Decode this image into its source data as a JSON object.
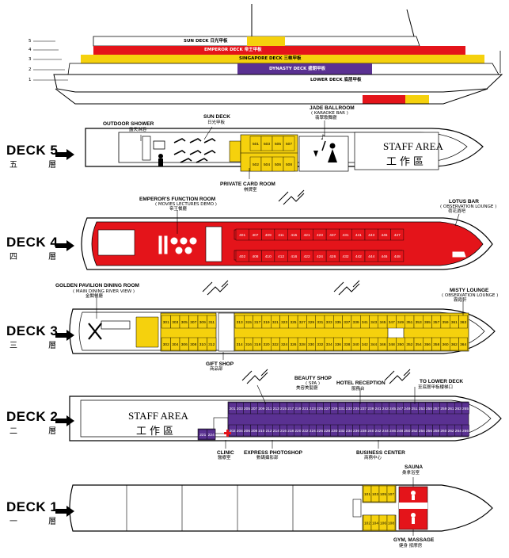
{
  "profile": {
    "decks": [
      {
        "num": "5",
        "en": "SUN DECK",
        "cn": "日光甲板"
      },
      {
        "num": "4",
        "en": "EMPEROR DECK",
        "cn": "帝王甲板"
      },
      {
        "num": "3",
        "en": "SINGAPORE DECK",
        "cn": "三峡甲板"
      },
      {
        "num": "2",
        "en": "DYNASTY DECK",
        "cn": "盛朝甲板"
      },
      {
        "num": "1",
        "en": "LOWER DECK",
        "cn": "底层甲板"
      }
    ]
  },
  "decks": [
    {
      "label": "DECK 5",
      "cn": "五  層"
    },
    {
      "label": "DECK 4",
      "cn": "四  層"
    },
    {
      "label": "DECK 3",
      "cn": "三  層"
    },
    {
      "label": "DECK 2",
      "cn": "二  層"
    },
    {
      "label": "DECK 1",
      "cn": "一  層"
    }
  ],
  "labels": {
    "outdoor_shower": {
      "en": "OUTDOOR SHOWER",
      "cn": "露天淋浴"
    },
    "sun_deck": {
      "en": "SUN DECK",
      "cn": "日光甲板"
    },
    "jade_ballroom": {
      "en": "JADE BALLROOM",
      "sub": "( KARAOKE BAR )",
      "cn": "翡翠歌舞廳"
    },
    "staff_area": {
      "en": "STAFF AREA",
      "cn": "工作區"
    },
    "private_card_room": {
      "en": "PRIVATE CARD ROOM",
      "cn": "棋牌室"
    },
    "emperor_function": {
      "en": "EMPEROR'S FUNCTION ROOM",
      "sub": "( MOVIES LECTURES DEMO )",
      "cn": "帝王餐廳"
    },
    "lotus_bar": {
      "en": "LOTUS BAR",
      "sub": "( OBSERVATION LOUNGE )",
      "cn": "荷花酒吧"
    },
    "golden_pavilion": {
      "en": "GOLDEN PAVILION DINING ROOM",
      "sub": "( MAIN DINING RIVER VIEW )",
      "cn": "金閣餐廳"
    },
    "misty_lounge": {
      "en": "MISTY LOUNGE",
      "sub": "( OBSERVATION LOUNGE )",
      "cn": "霧霞軒"
    },
    "gift_shop": {
      "en": "GIFT SHOP",
      "cn": "商品部"
    },
    "beauty_shop": {
      "en": "BEAUTY SHOP",
      "sub": "( SPA )",
      "cn": "美容美髮廳"
    },
    "hotel_reception": {
      "en": "HOTEL RECEPTION",
      "cn": "服務台"
    },
    "to_lower_deck": {
      "en": "TO LOWER DECK",
      "cn": "至底層甲板樓梯口"
    },
    "clinic": {
      "en": "CLINIC",
      "cn": "醫療室"
    },
    "express_photo": {
      "en": "EXPRESS PHOTOSHOP",
      "cn": "數碼攝影部"
    },
    "business_center": {
      "en": "BUSINESS CENTER",
      "cn": "商務中心"
    },
    "sauna": {
      "en": "SAUNA",
      "cn": "桑拿浴室"
    },
    "gym": {
      "en": "GYM, MASSAGE",
      "cn": "健身 按摩房"
    }
  },
  "cabins": {
    "d5_top": [
      "501",
      "503",
      "505",
      "507"
    ],
    "d5_bot": [
      "502",
      "504",
      "506",
      "508"
    ],
    "d4_top": [
      "401",
      "407",
      "409",
      "411",
      "415",
      "421",
      "423",
      "437",
      "431",
      "441",
      "443",
      "445",
      "447"
    ],
    "d4_bot": [
      "402",
      "408",
      "410",
      "412",
      "416",
      "422",
      "424",
      "426",
      "432",
      "442",
      "444",
      "446",
      "448"
    ],
    "d3_fwd_top": [
      "301",
      "303",
      "305",
      "307",
      "309",
      "311"
    ],
    "d3_fwd_bot": [
      "302",
      "304",
      "306",
      "308",
      "310",
      "312"
    ],
    "d3_top": [
      "313",
      "315",
      "317",
      "319",
      "321",
      "323",
      "325",
      "327",
      "329",
      "331",
      "333",
      "335",
      "337",
      "339",
      "341",
      "343",
      "345",
      "347",
      "349",
      "351",
      "353",
      "355",
      "357",
      "359",
      "361",
      "363"
    ],
    "d3_bot": [
      "314",
      "316",
      "318",
      "320",
      "322",
      "324",
      "326",
      "328",
      "330",
      "332",
      "334",
      "336",
      "338",
      "340",
      "342",
      "344",
      "346",
      "348",
      "350",
      "352",
      "354",
      "356",
      "358",
      "360",
      "362",
      "364"
    ],
    "d2_top": [
      "201",
      "203",
      "205",
      "207",
      "209",
      "211",
      "213",
      "215",
      "217",
      "219",
      "221",
      "223",
      "225",
      "227",
      "229",
      "231",
      "233",
      "235",
      "237",
      "239",
      "241",
      "243",
      "245",
      "247",
      "249",
      "251",
      "253",
      "255",
      "257",
      "259",
      "261",
      "263",
      "265"
    ],
    "d2_bot": [
      "202",
      "204",
      "206",
      "208",
      "210",
      "212",
      "214",
      "216",
      "218",
      "220",
      "222",
      "224",
      "226",
      "228",
      "230",
      "232",
      "234",
      "236",
      "238",
      "240",
      "242",
      "244",
      "246",
      "248",
      "250",
      "252",
      "254",
      "256",
      "258",
      "260",
      "262",
      "264",
      "266"
    ],
    "d2_aft": [
      "221",
      "224"
    ],
    "d1_top": [
      "101",
      "103",
      "105",
      "107"
    ],
    "d1_bot": [
      "102",
      "104",
      "106",
      "108"
    ]
  }
}
